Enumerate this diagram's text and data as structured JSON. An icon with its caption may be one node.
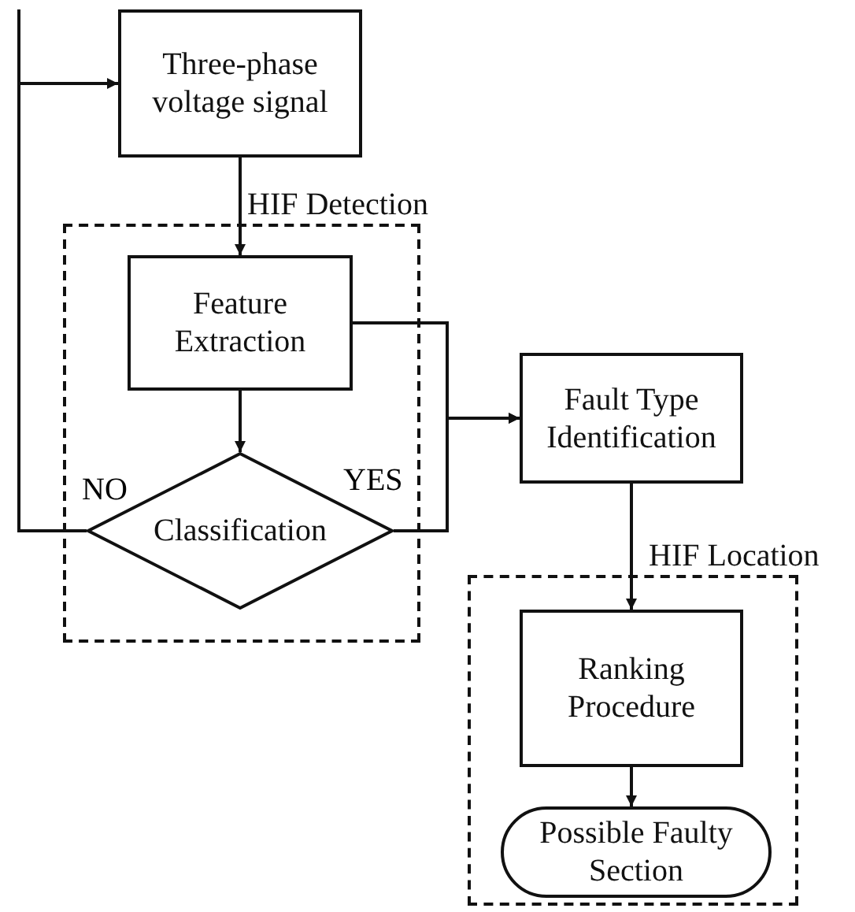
{
  "diagram": {
    "nodes": [
      {
        "text": [
          "Three-phase voltage signal"
        ]
      },
      {
        "text": [
          "HIF Detection"
        ]
      },
      {
        "text": [
          "Feature Extraction"
        ],
        "in": 1
      },
      {
        "text": [
          "Classification"
        ],
        "in": 1
      },
      {
        "text": [
          "Fault Type Identification"
        ]
      },
      {
        "text": [
          "HIF Location"
        ]
      },
      {
        "text": [
          "Ranking Procedure"
        ],
        "in": 5
      },
      {
        "text": [
          "Possible Faulty Section"
        ],
        "in": 5
      }
    ],
    "edges": [
      {
        "from": 0,
        "to": 2,
        "arrow": "to"
      },
      {
        "from": 2,
        "to": 3,
        "arrow": "to"
      },
      {
        "from": 3,
        "to": 0,
        "arrow": "to",
        "label": "NO"
      },
      {
        "from": 3,
        "to": 4,
        "arrow": "to",
        "label": "YES"
      },
      {
        "from": 2,
        "to": 4,
        "arrow": "to"
      },
      {
        "from": 4,
        "to": 6,
        "arrow": "to"
      },
      {
        "from": 6,
        "to": 7,
        "arrow": "to"
      }
    ]
  }
}
